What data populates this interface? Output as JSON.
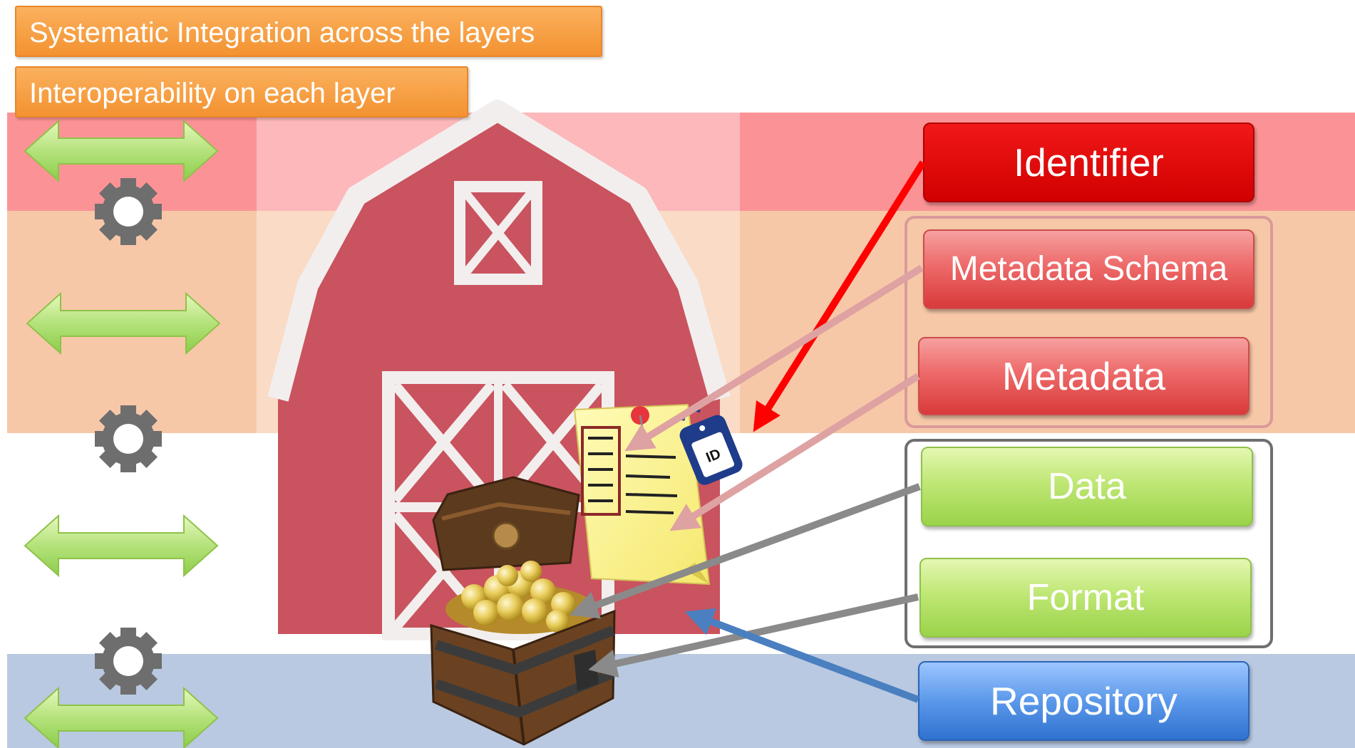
{
  "labels": {
    "systematic_integration": "Systematic Integration across the layers",
    "interoperability": "Interoperability on each layer"
  },
  "layers": {
    "identifier": "Identifier",
    "metadata_schema": "Metadata Schema",
    "metadata": "Metadata",
    "data": "Data",
    "format": "Format",
    "repository": "Repository"
  },
  "illustration": {
    "id_tag_text": "ID"
  },
  "colors": {
    "identifier_band": "#fb9396",
    "metadata_band": "#f7c8a8",
    "repository_band": "#b9c9e1",
    "identifier_arrow": "#ff0000",
    "metadata_arrow": "#dea2a2",
    "data_arrow": "#8a8a8a",
    "repository_arrow": "#4a7fc0",
    "interop_arrow": "#a8e070",
    "gear": "#6e6e6e"
  }
}
